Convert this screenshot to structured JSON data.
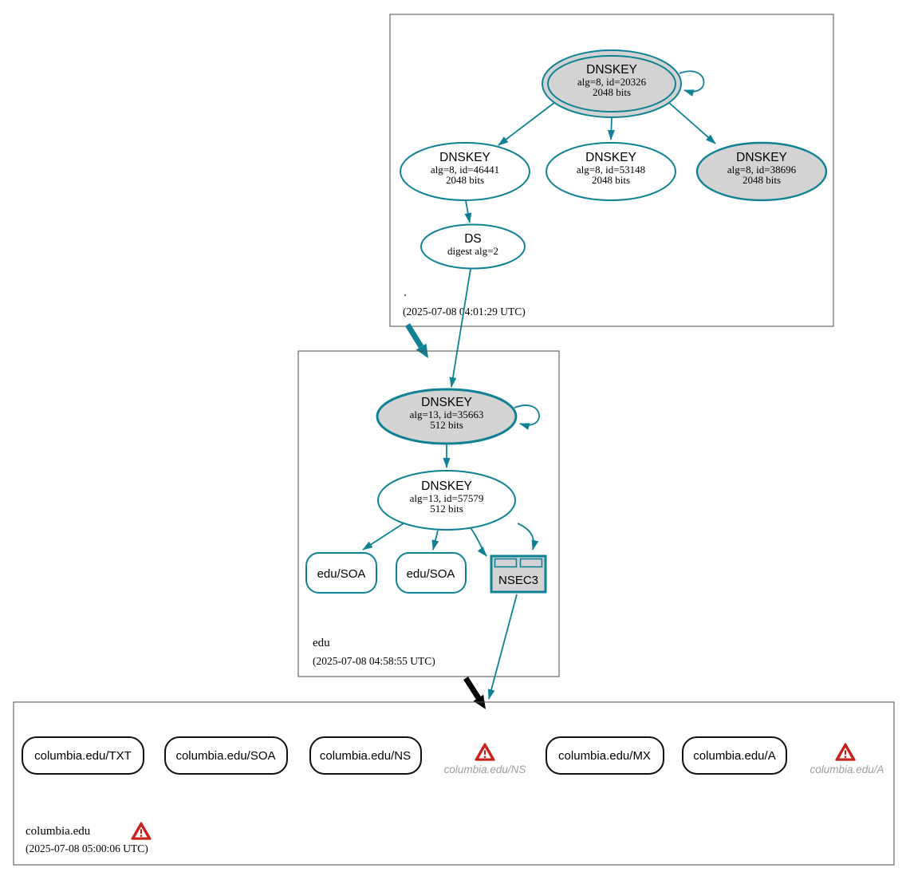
{
  "zones": {
    "root": {
      "name": ".",
      "timestamp": "(2025-07-08 04:01:29 UTC)"
    },
    "edu": {
      "name": "edu",
      "timestamp": "(2025-07-08 04:58:55 UTC)"
    },
    "columbia": {
      "name": "columbia.edu",
      "timestamp": "(2025-07-08 05:00:06 UTC)"
    }
  },
  "nodes": {
    "root_ksk_20326": {
      "title": "DNSKEY",
      "detail": "alg=8, id=20326",
      "bits": "2048 bits"
    },
    "root_key_46441": {
      "title": "DNSKEY",
      "detail": "alg=8, id=46441",
      "bits": "2048 bits"
    },
    "root_key_53148": {
      "title": "DNSKEY",
      "detail": "alg=8, id=53148",
      "bits": "2048 bits"
    },
    "root_key_38696": {
      "title": "DNSKEY",
      "detail": "alg=8, id=38696",
      "bits": "2048 bits"
    },
    "root_ds": {
      "title": "DS",
      "detail": "digest alg=2"
    },
    "edu_ksk_35663": {
      "title": "DNSKEY",
      "detail": "alg=13, id=35663",
      "bits": "512 bits"
    },
    "edu_zsk_57579": {
      "title": "DNSKEY",
      "detail": "alg=13, id=57579",
      "bits": "512 bits"
    },
    "edu_soa_1": {
      "label": "edu/SOA"
    },
    "edu_soa_2": {
      "label": "edu/SOA"
    },
    "edu_nsec3": {
      "label": "NSEC3"
    },
    "columbia_txt": {
      "label": "columbia.edu/TXT"
    },
    "columbia_soa": {
      "label": "columbia.edu/SOA"
    },
    "columbia_ns": {
      "label": "columbia.edu/NS"
    },
    "columbia_ns_error": {
      "label": "columbia.edu/NS"
    },
    "columbia_mx": {
      "label": "columbia.edu/MX"
    },
    "columbia_a": {
      "label": "columbia.edu/A"
    },
    "columbia_a_error": {
      "label": "columbia.edu/A"
    }
  },
  "colors": {
    "secure_teal": "#0e8294",
    "sep_node_fill_gray": "#d3d3d3",
    "warning_red": "#c8211a",
    "insecure_black": "#000000",
    "error_text_gray": "#9e9e9e"
  }
}
